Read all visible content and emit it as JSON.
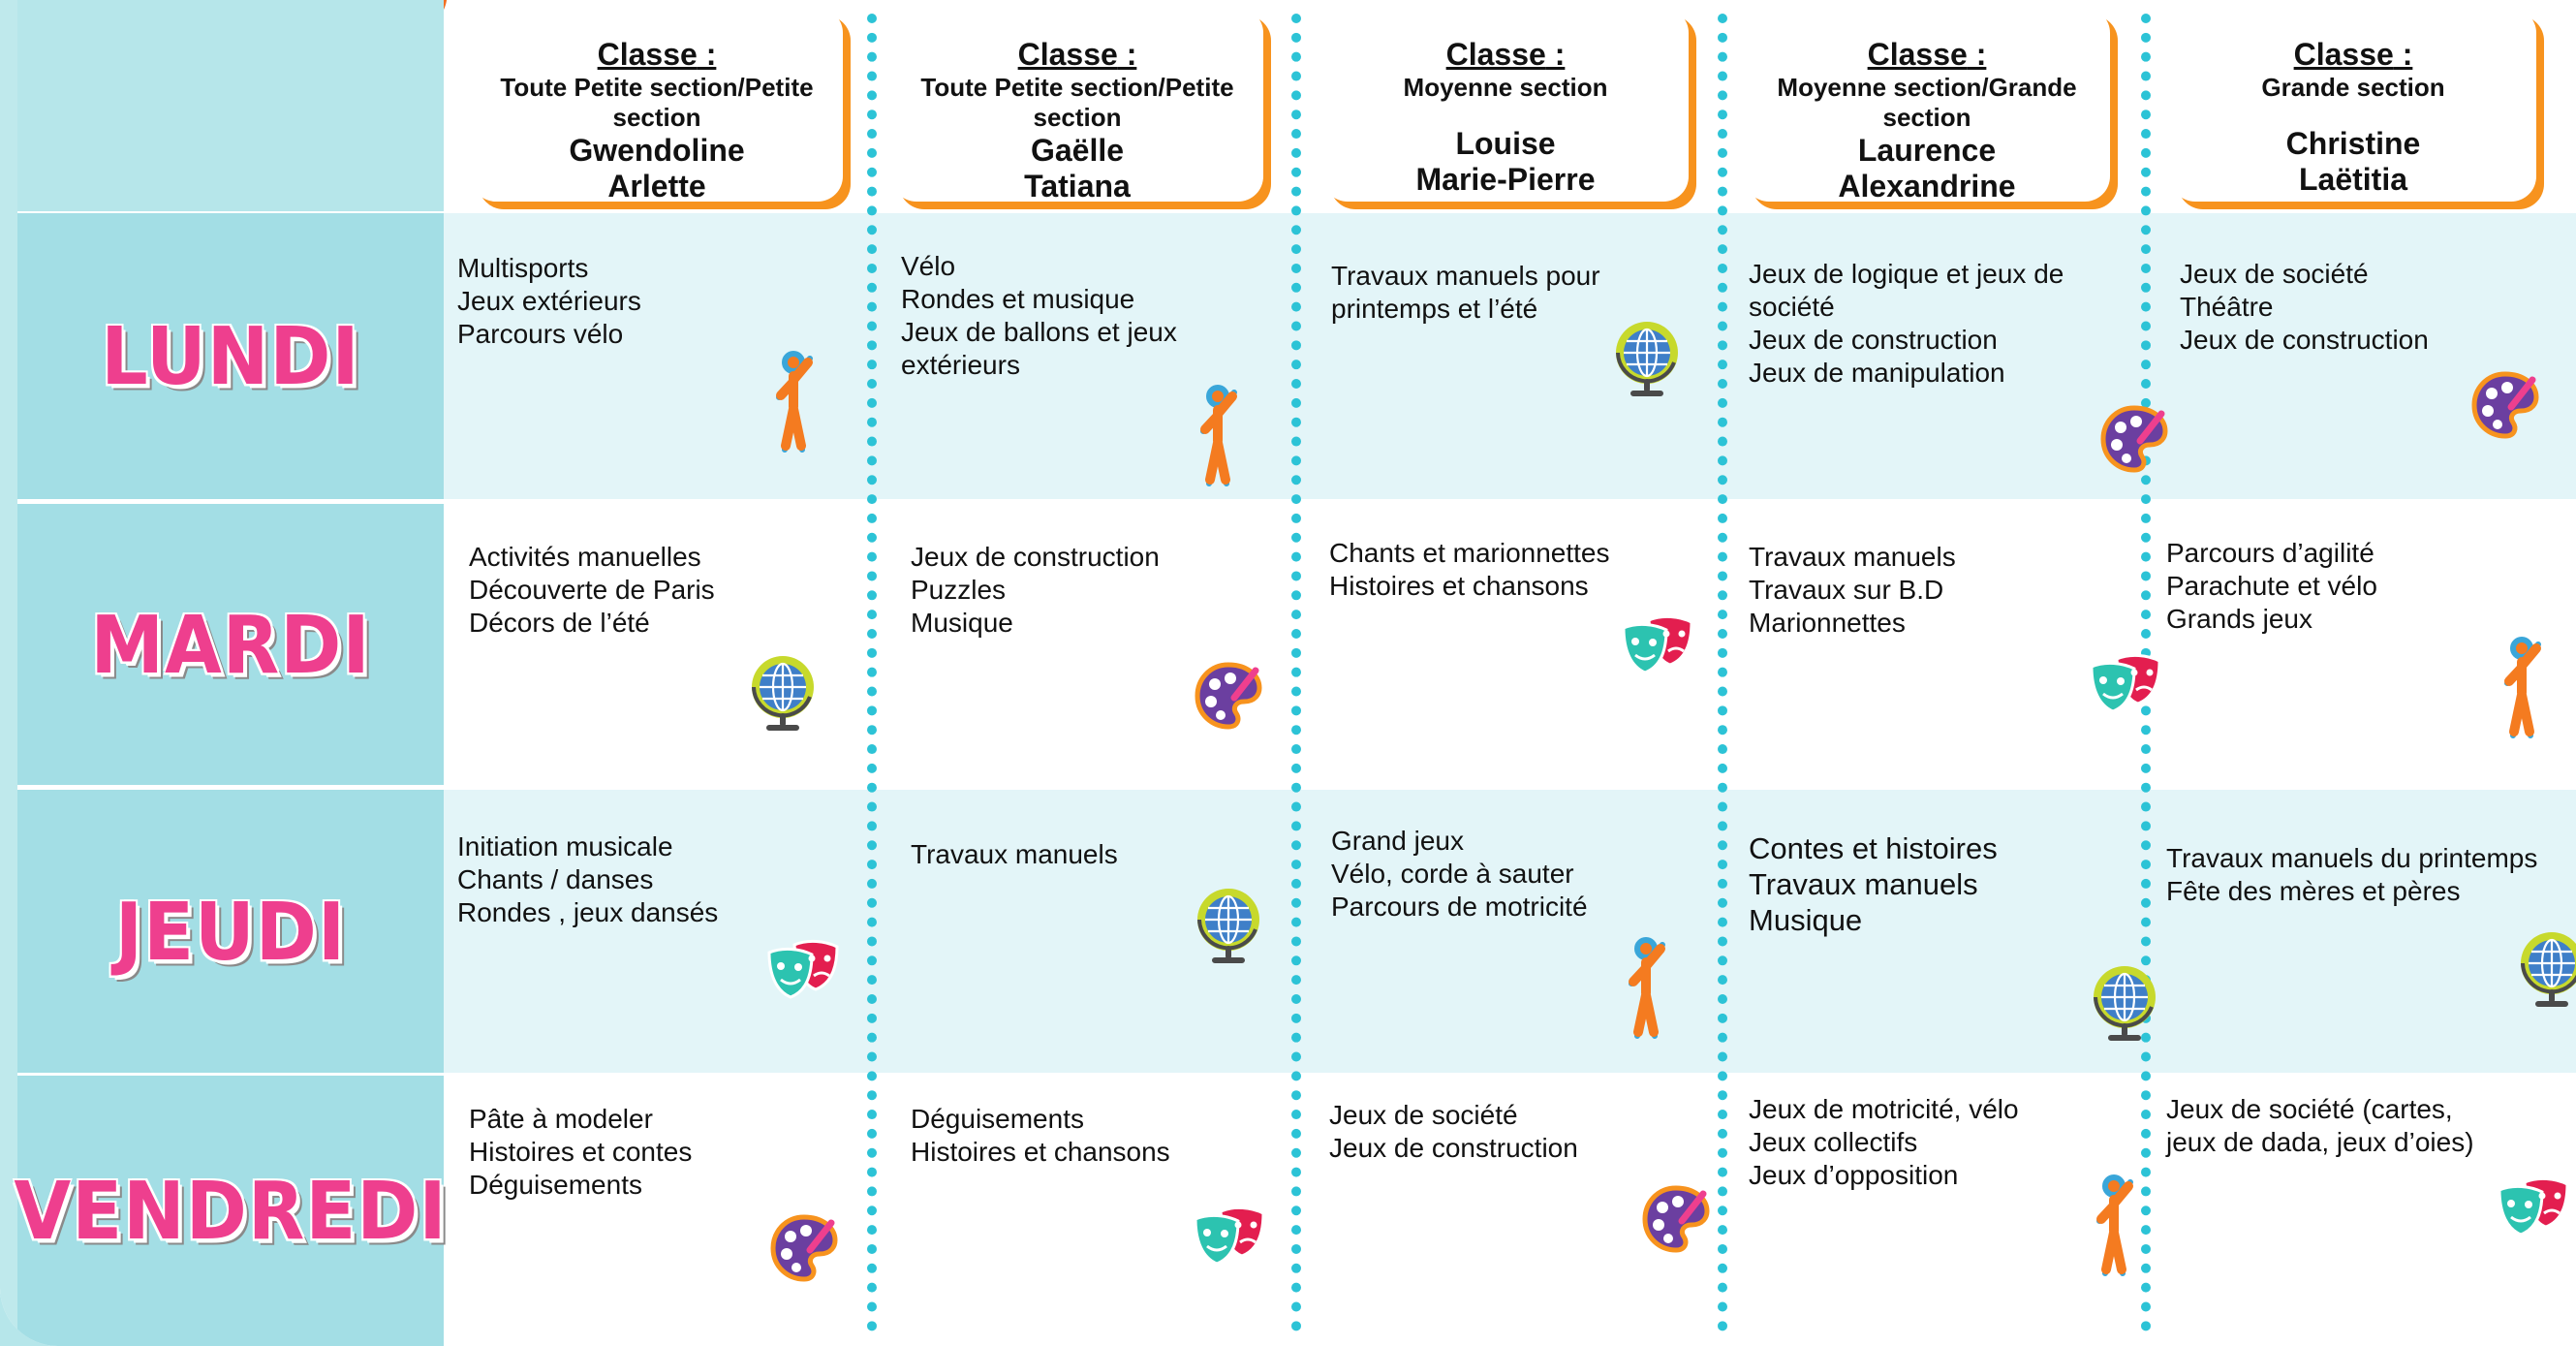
{
  "colors": {
    "day_text": "#ee3f8e",
    "divider": "#2cc3d6",
    "card_shadow": "#f7931e",
    "row_light": "#e3f5f8",
    "day_cell": "#a3dee5"
  },
  "classes": [
    {
      "label_word": "Classe",
      "colon": " :",
      "level_lines": [
        "Toute Petite section/Petite",
        "section"
      ],
      "teachers": [
        "Gwendoline",
        "Arlette"
      ]
    },
    {
      "label_word": "Classe",
      "colon": " :",
      "level_lines": [
        "Toute Petite section/Petite",
        "section"
      ],
      "teachers": [
        "Gaëlle",
        "Tatiana"
      ]
    },
    {
      "label_word": "Classe",
      "colon": " :",
      "level_lines": [
        "Moyenne section"
      ],
      "teachers": [
        "Louise",
        "Marie-Pierre"
      ]
    },
    {
      "label_word": "Classe",
      "colon": " :",
      "level_lines": [
        "Moyenne section/Grande",
        "section"
      ],
      "teachers": [
        "Laurence",
        "Alexandrine"
      ]
    },
    {
      "label_word": "Classe",
      "colon": " :",
      "level_lines": [
        "Grande section"
      ],
      "teachers": [
        "Christine",
        "Laëtitia"
      ]
    }
  ],
  "days": [
    "LUNDI",
    "MARDI",
    "JEUDI",
    "VENDREDI"
  ],
  "schedule": [
    [
      {
        "lines": [
          "Multisports",
          "Jeux extérieurs",
          "Parcours vélo"
        ],
        "icon": "sport-figure-icon"
      },
      {
        "lines": [
          "Vélo",
          "Rondes et musique",
          "Jeux de ballons et jeux",
          "extérieurs"
        ],
        "icon": "sport-figure-icon"
      },
      {
        "lines": [
          "Travaux manuels pour",
          "printemps et l’été"
        ],
        "icon": "globe-icon"
      },
      {
        "lines": [
          "Jeux de logique et jeux de",
          "société",
          "Jeux de construction",
          "Jeux de manipulation"
        ],
        "icon": "paint-palette-icon"
      },
      {
        "lines": [
          "Jeux de société",
          "Théâtre",
          "Jeux de construction"
        ],
        "icon": "paint-palette-icon"
      }
    ],
    [
      {
        "lines": [
          "Activités manuelles",
          "Découverte de Paris",
          "Décors de l’été"
        ],
        "icon": "globe-icon"
      },
      {
        "lines": [
          "Jeux de construction",
          "Puzzles",
          "Musique"
        ],
        "icon": "paint-palette-icon"
      },
      {
        "lines": [
          "Chants et marionnettes",
          "Histoires et chansons"
        ],
        "icon": "theater-masks-icon"
      },
      {
        "lines": [
          "Travaux manuels",
          "Travaux sur B.D",
          "Marionnettes"
        ],
        "icon": "theater-masks-icon"
      },
      {
        "lines": [
          "Parcours d’agilité",
          "Parachute et vélo",
          "Grands jeux"
        ],
        "icon": "sport-figure-icon"
      }
    ],
    [
      {
        "lines": [
          "Initiation musicale",
          "Chants / danses",
          "Rondes , jeux dansés"
        ],
        "icon": "theater-masks-icon"
      },
      {
        "lines": [
          "Travaux manuels"
        ],
        "icon": "globe-icon"
      },
      {
        "lines": [
          "Grand jeux",
          "Vélo, corde à sauter",
          "Parcours de motricité"
        ],
        "icon": "sport-figure-icon"
      },
      {
        "lines": [
          "Contes et histoires",
          "Travaux manuels",
          "Musique"
        ],
        "icon": "globe-icon"
      },
      {
        "lines": [
          "Travaux manuels du printemps",
          "Fête des mères et pères"
        ],
        "icon": "globe-icon"
      }
    ],
    [
      {
        "lines": [
          "Pâte à modeler",
          "Histoires et contes",
          "Déguisements"
        ],
        "icon": "paint-palette-icon"
      },
      {
        "lines": [
          "Déguisements",
          "Histoires et chansons"
        ],
        "icon": "theater-masks-icon"
      },
      {
        "lines": [
          "Jeux de société",
          "Jeux de construction"
        ],
        "icon": "paint-palette-icon"
      },
      {
        "lines": [
          "Jeux de motricité, vélo",
          "Jeux collectifs",
          "Jeux d’opposition"
        ],
        "icon": "sport-figure-icon"
      },
      {
        "lines": [
          "Jeux de société (cartes,",
          "jeux de dada, jeux d’oies)"
        ],
        "icon": "theater-masks-icon"
      }
    ]
  ]
}
